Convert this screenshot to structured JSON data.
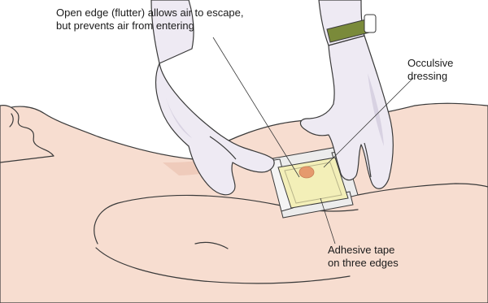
{
  "labels": {
    "flutter": {
      "line1": "Open edge (flutter) allows air to escape,",
      "line2": "but prevents air from entering"
    },
    "dressing": {
      "line1": "Occulsive",
      "line2": "dressing"
    },
    "tape": {
      "line1": "Adhesive tape",
      "line2": "on three edges"
    }
  },
  "colors": {
    "skin": "#f7ddd0",
    "skin_shadow": "#efcbbb",
    "outline": "#3a3a3a",
    "glove": "#eeeaf3",
    "glove_shadow": "#d8d2e2",
    "dressing": "#f3efb8",
    "dressing_frame": "#ececec",
    "wound": "#e59a6e",
    "watch_band": "#7a8a3a"
  },
  "icons": {
    "patient": "supine-patient-figure",
    "hands": "gloved-hands",
    "dressing": "occlusive-dressing",
    "wound": "chest-wound"
  }
}
